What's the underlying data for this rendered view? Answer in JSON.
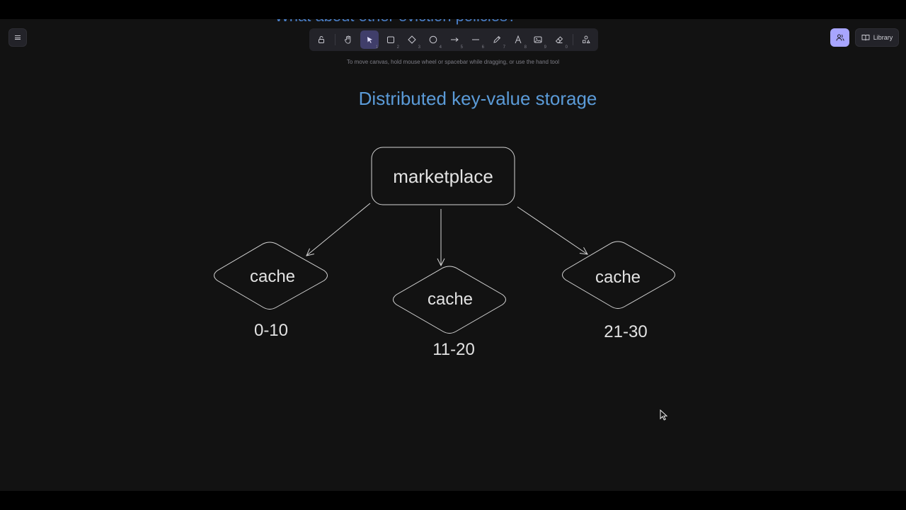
{
  "canvas": {
    "clipped_heading": "What about other eviction policies?",
    "title": "Distributed key-value storage",
    "source_node": "marketplace",
    "cache_nodes": [
      {
        "label": "cache",
        "range": "0-10"
      },
      {
        "label": "cache",
        "range": "11-20"
      },
      {
        "label": "cache",
        "range": "21-30"
      }
    ]
  },
  "toolbar": {
    "hint": "To move canvas, hold mouse wheel or spacebar while dragging, or use the hand tool",
    "tools": [
      {
        "name": "lock-icon",
        "key": ""
      },
      {
        "name": "hand-icon",
        "key": ""
      },
      {
        "name": "selection-icon",
        "key": "1",
        "active": true
      },
      {
        "name": "rectangle-icon",
        "key": "2"
      },
      {
        "name": "diamond-icon",
        "key": "3"
      },
      {
        "name": "ellipse-icon",
        "key": "4"
      },
      {
        "name": "arrow-icon",
        "key": "5"
      },
      {
        "name": "line-icon",
        "key": "6"
      },
      {
        "name": "pencil-icon",
        "key": "7"
      },
      {
        "name": "text-icon",
        "key": "8"
      },
      {
        "name": "image-icon",
        "key": "9"
      },
      {
        "name": "eraser-icon",
        "key": "0"
      },
      {
        "name": "shapes-library-icon",
        "key": ""
      }
    ]
  },
  "header": {
    "library_label": "Library"
  },
  "colors": {
    "background": "#121212",
    "title": "#5b9bd8",
    "stroke": "#d4d4d4",
    "accent": "#a8a5ff",
    "toolbar": "#232329"
  }
}
